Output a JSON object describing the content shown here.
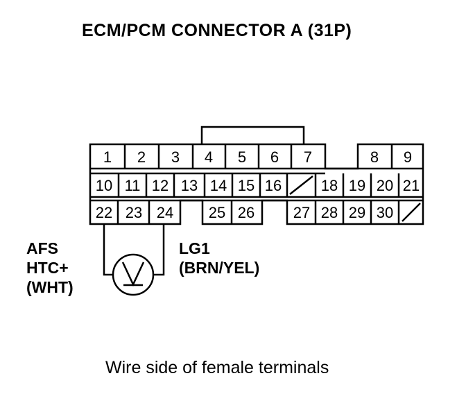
{
  "title": "ECM/PCM CONNECTOR A (31P)",
  "caption": "Wire side of female terminals",
  "connector": {
    "row1": [
      "1",
      "2",
      "3",
      "4",
      "5",
      "6",
      "7",
      "8",
      "9"
    ],
    "row2": [
      "10",
      "11",
      "12",
      "13",
      "14",
      "15",
      "16",
      "18",
      "19",
      "20",
      "21"
    ],
    "row3": [
      "22",
      "23",
      "24",
      "25",
      "26",
      "27",
      "28",
      "29",
      "30"
    ]
  },
  "labels": {
    "afs": [
      "AFS",
      "HTC+",
      "(WHT)"
    ],
    "lg1": [
      "LG1",
      "(BRN/YEL)"
    ]
  },
  "meter_symbol": "V"
}
